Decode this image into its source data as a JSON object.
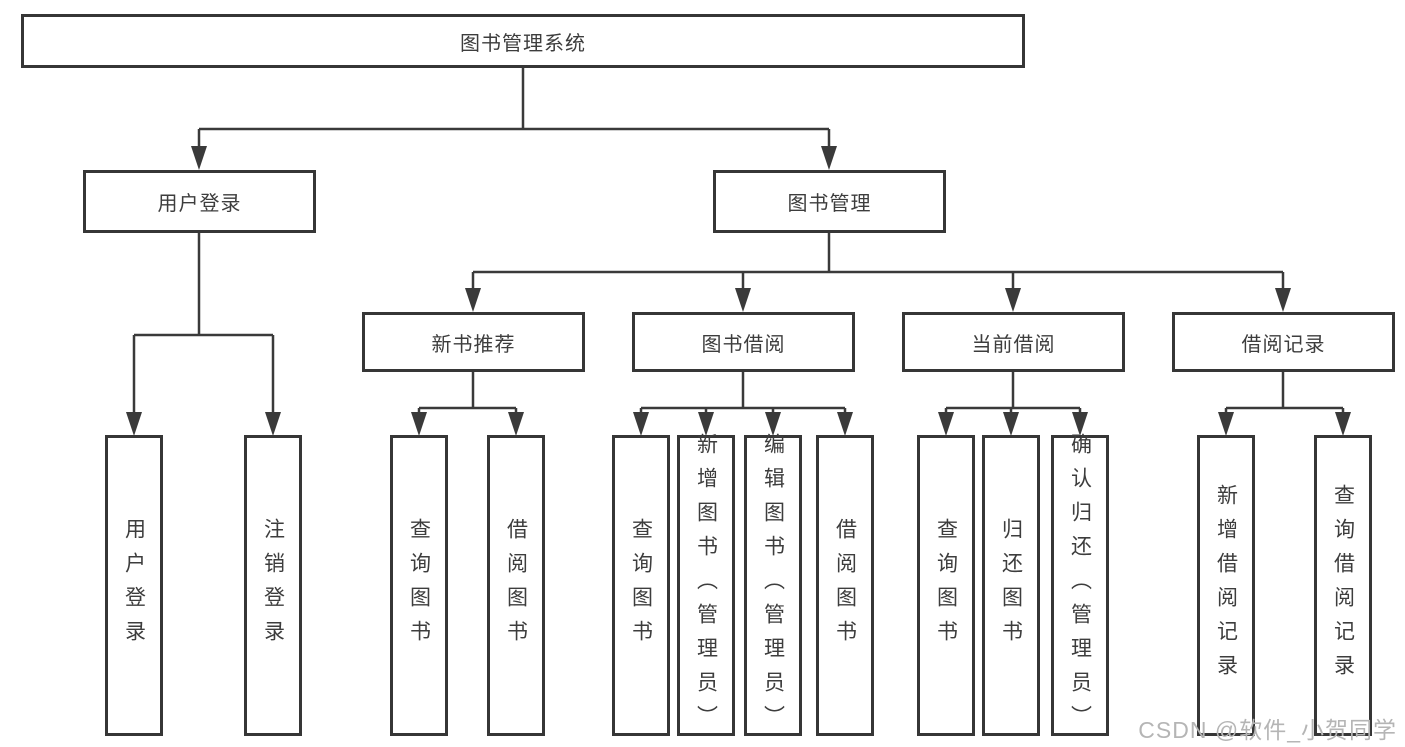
{
  "diagram": {
    "root": {
      "label": "图书管理系统"
    },
    "level2": [
      {
        "label": "用户登录"
      },
      {
        "label": "图书管理"
      }
    ],
    "level3": [
      {
        "label": "新书推荐"
      },
      {
        "label": "图书借阅"
      },
      {
        "label": "当前借阅"
      },
      {
        "label": "借阅记录"
      }
    ],
    "leaves": {
      "user_login": [
        "用户登录",
        "注销登录"
      ],
      "new_book_recommend": [
        "查询图书",
        "借阅图书"
      ],
      "book_borrow": [
        "查询图书",
        "新增图书（管理员）",
        "编辑图书（管理员）",
        "借阅图书"
      ],
      "current_borrow": [
        "查询图书",
        "归还图书",
        "确认归还（管理员）"
      ],
      "borrow_records": [
        "新增借阅记录",
        "查询借阅记录"
      ]
    }
  },
  "watermark": "CSDN @软件_小贺同学",
  "colors": {
    "line": "#3a3a3a",
    "border": "#363636",
    "text": "#3d3d3d",
    "watermark": "#b5b5b5",
    "background": "#ffffff"
  }
}
